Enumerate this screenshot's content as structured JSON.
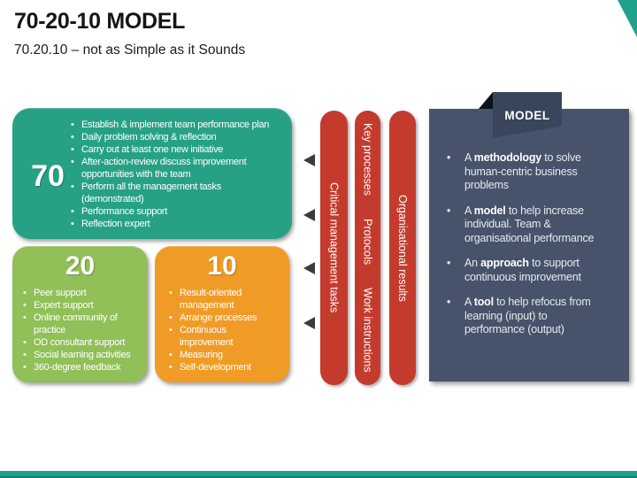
{
  "slide": {
    "title": "70-20-10 MODEL",
    "subtitle": "70.20.10 – not as Simple as it Sounds"
  },
  "colors": {
    "teal": "#27a186",
    "light_green": "#91bf58",
    "orange": "#f09b26",
    "red": "#c43b2d",
    "navy": "#46536a",
    "ribbon_navy": "#39455a",
    "footer_teal": "#20a18c",
    "arrow_gray": "#3b3b3b"
  },
  "box70": {
    "number": "70",
    "items": [
      "Establish & implement team performance plan",
      "Daily problem solving & reflection",
      "Carry out at least one new initiative",
      "After-action-review discuss improvement opportunities with the team",
      "Perform all the management tasks (demonstrated)",
      "Performance support",
      "Reflection expert"
    ]
  },
  "box20": {
    "number": "20",
    "items": [
      "Peer support",
      "Expert support",
      "Online community of practice",
      "OD consultant support",
      "Social learning activities",
      "360-degree feedback"
    ]
  },
  "box10": {
    "number": "10",
    "items": [
      "Result-oriented management",
      "Arrange processes",
      "Continuous improvement",
      "Measuring",
      "Self-development"
    ]
  },
  "bars": {
    "critical": "Critical management tasks",
    "middle": [
      "Key processes",
      "Protocols",
      "Work instructions"
    ],
    "organisational": "Organisational results"
  },
  "model_panel": {
    "ribbon_label": "MODEL",
    "bullets": [
      {
        "prefix": "A ",
        "keyword": "methodology",
        "rest": " to solve human-centric business problems"
      },
      {
        "prefix": "A ",
        "keyword": "model",
        "rest": " to help increase individual. Team & organisational performance"
      },
      {
        "prefix": "An ",
        "keyword": "approach",
        "rest": " to support continuous improvement"
      },
      {
        "prefix": "A ",
        "keyword": "tool",
        "rest": " to help refocus from learning (input) to performance (output)"
      }
    ]
  }
}
